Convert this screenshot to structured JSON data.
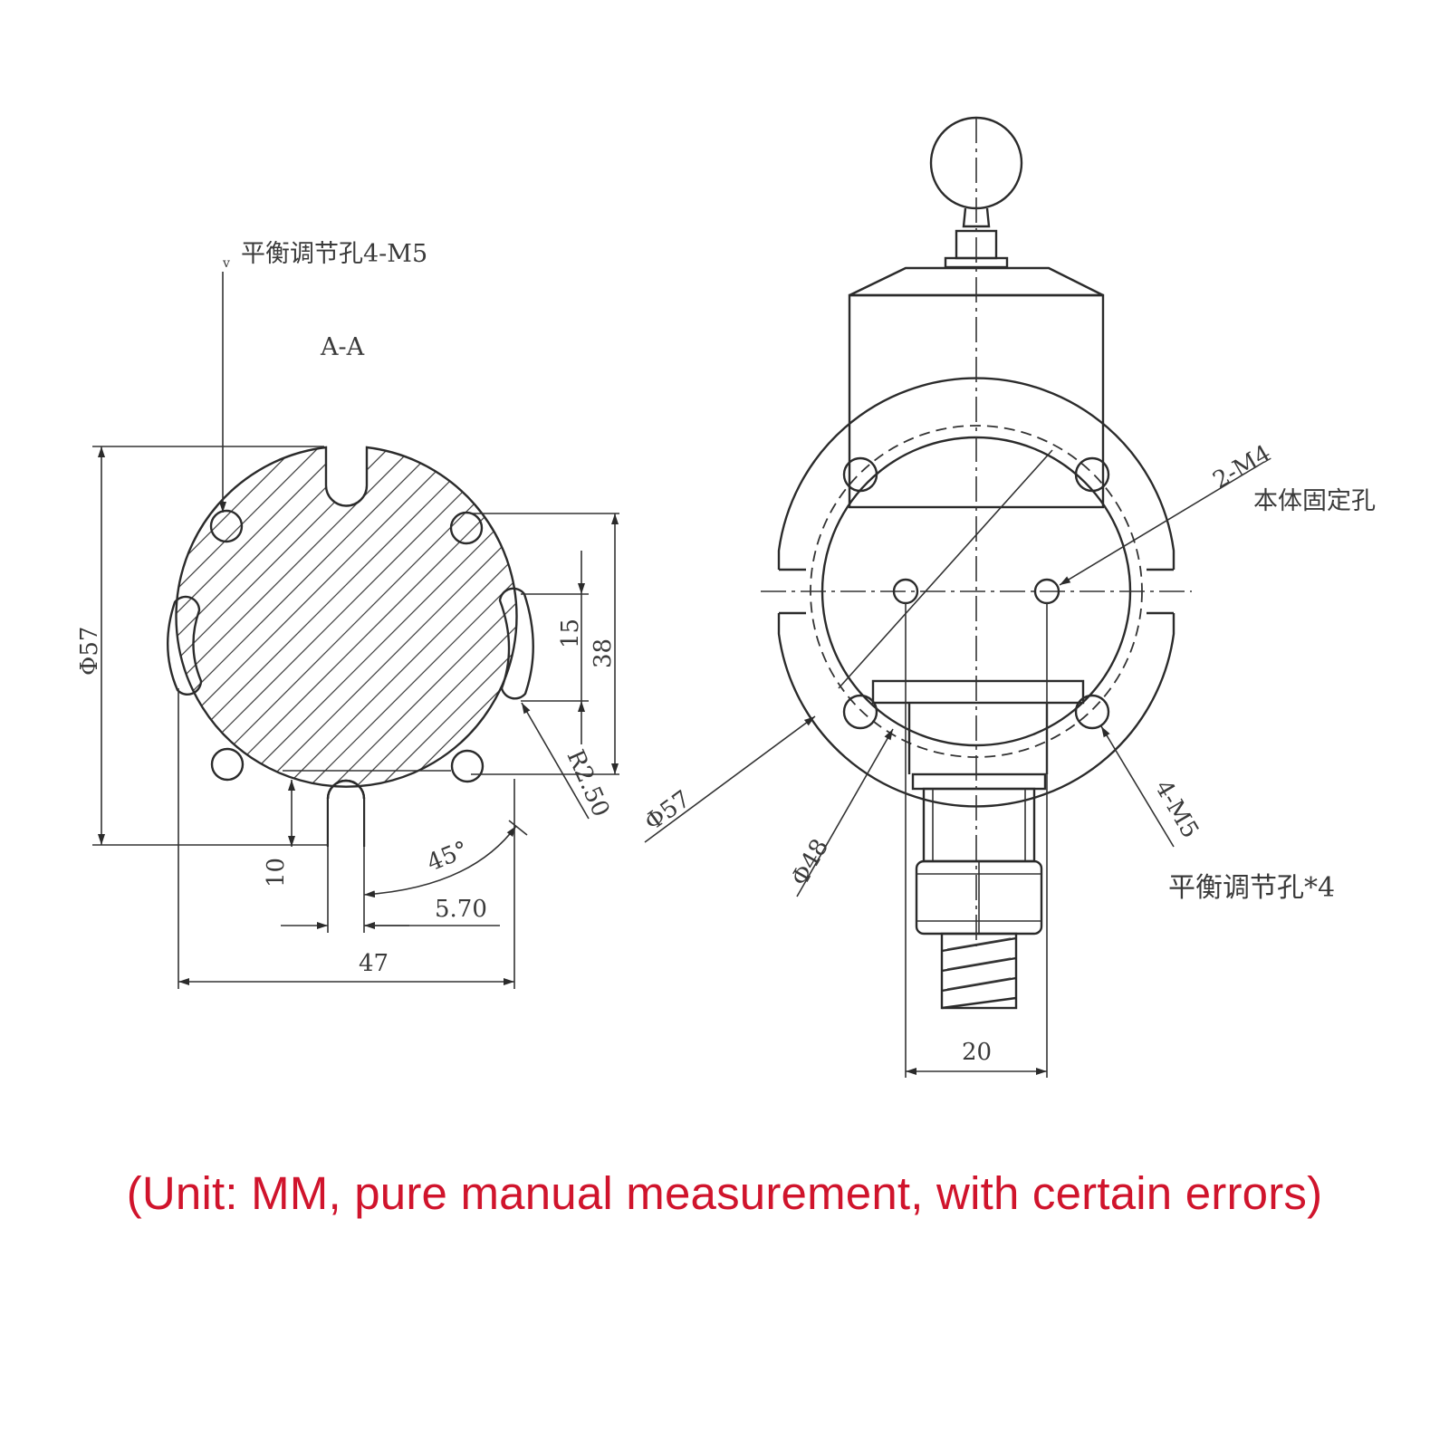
{
  "colors": {
    "line": "#2b2b2b",
    "caption": "#d0142c",
    "background": "#ffffff"
  },
  "section_view": {
    "title": "A-A",
    "callout_top": "平衡调节孔4-M5",
    "dims": {
      "diameter": "Φ57",
      "slot_length": "15",
      "center_distance": "38",
      "slot_radius": "R2.50",
      "notch_depth": "10",
      "angle": "45°",
      "notch_width": "5.70",
      "hole_span": "47"
    }
  },
  "front_view": {
    "body_holes_code": "2-M4",
    "body_holes_label": "本体固定孔",
    "balance_holes_code": "4-M5",
    "balance_holes_label": "平衡调节孔*4",
    "dims": {
      "outer_diameter": "Φ57",
      "inner_diameter": "Φ48",
      "shaft_width": "20"
    }
  },
  "caption": "(Unit: MM, pure manual measurement, with certain errors)"
}
